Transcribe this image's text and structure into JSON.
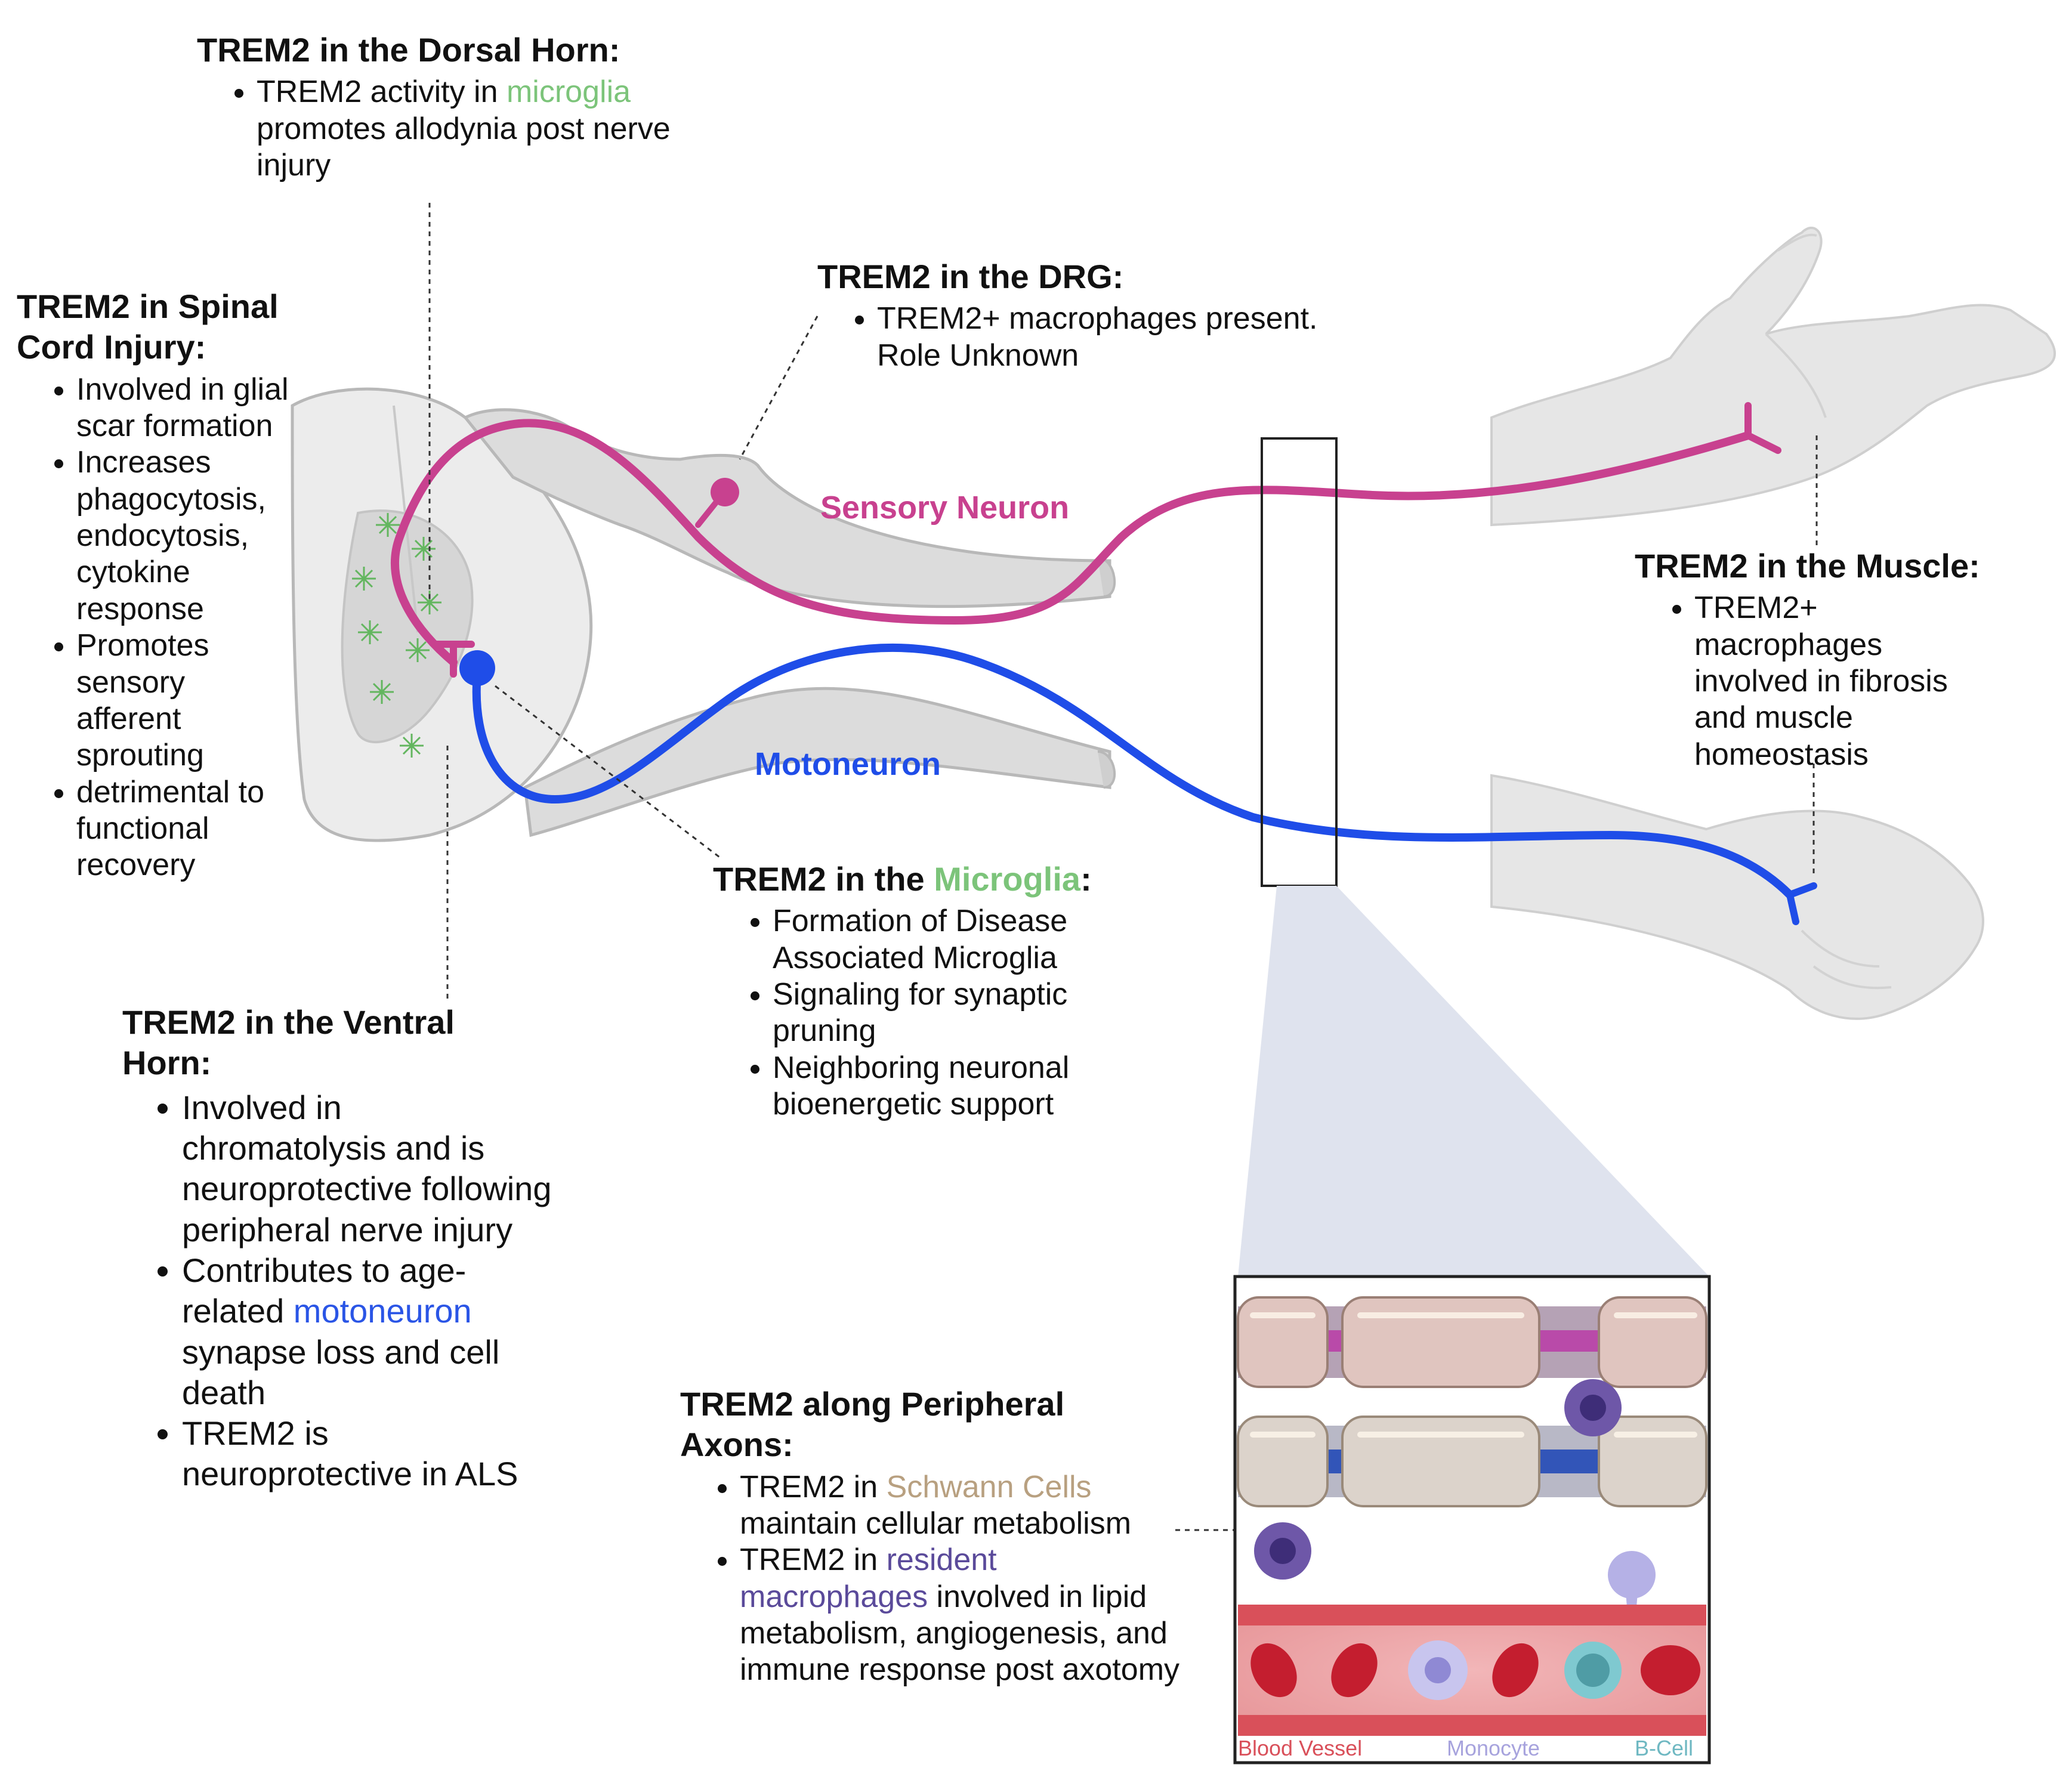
{
  "colors": {
    "sensory": "#c8418f",
    "motor": "#1f4de8",
    "microglia_green": "#7cc47a",
    "schwann_tan": "#b8a080",
    "macrophage_purple": "#5a4a9a",
    "blood_red": "#d9505a",
    "monocyte": "#a7a3dd",
    "bcell": "#6fb8c2"
  },
  "labels": {
    "sensory": "Sensory Neuron",
    "motor": "Motoneuron",
    "blood_vessel": "Blood Vessel",
    "monocyte": "Monocyte",
    "bcell": "B-Cell"
  },
  "dorsal": {
    "title": "TREM2 in the Dorsal Horn:",
    "b1_pre": "TREM2 activity in ",
    "b1_hl": "microglia",
    "b1_post": " promotes allodynia post nerve injury"
  },
  "sci": {
    "title": "TREM2 in Spinal Cord Injury:",
    "b1": "Involved in glial scar formation",
    "b2": "Increases phagocytosis, endocytosis, cytokine response",
    "b3": "Promotes sensory afferent sprouting",
    "b4": "detrimental to functional recovery"
  },
  "drg": {
    "title": "TREM2 in the DRG:",
    "b1": "TREM2+ macrophages present. Role Unknown"
  },
  "muscle": {
    "title": "TREM2 in the Muscle:",
    "b1": "TREM2+ macrophages involved in fibrosis and muscle homeostasis"
  },
  "microglia": {
    "title_pre": "TREM2 in the ",
    "title_hl": "Microglia",
    "title_post": ":",
    "b1": "Formation of Disease Associated Microglia",
    "b2": "Signaling for synaptic pruning",
    "b3": "Neighboring neuronal bioenergetic support"
  },
  "ventral": {
    "title": "TREM2 in the Ventral Horn:",
    "b1": "Involved in chromatolysis and is neuroprotective following peripheral nerve injury",
    "b2_pre": "Contributes to age-related ",
    "b2_hl": "motoneuron",
    "b2_post": " synapse loss and cell death",
    "b3": "TREM2 is neuroprotective in ALS"
  },
  "axons": {
    "title": "TREM2 along Peripheral Axons:",
    "b1_pre": "TREM2 in ",
    "b1_hl": "Schwann Cells",
    "b1_post": " maintain cellular metabolism",
    "b2_pre": "TREM2 in ",
    "b2_hl": "resident macrophages",
    "b2_post": " involved in lipid metabolism, angiogenesis, and immune response post axotomy"
  }
}
